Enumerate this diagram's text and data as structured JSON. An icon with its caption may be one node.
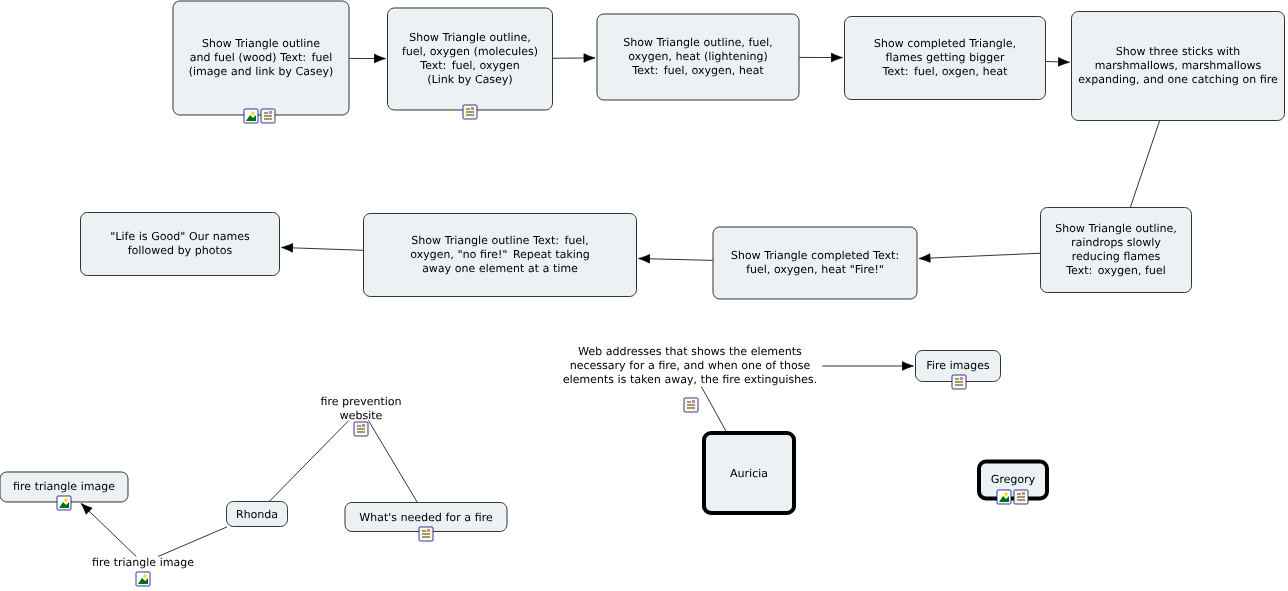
{
  "diagram": {
    "nodes": [
      {
        "text": [
          "Show Triangle outline and fuel (wood) Text: fuel (image and link by Casey)"
        ]
      },
      {
        "text": [
          "Show Triangle outline, fuel, oxygen (molecules) Text: fuel, oxygen (Link by Casey)"
        ]
      },
      {
        "text": [
          "Show Triangle outline, fuel, oxygen, heat (lightening) Text: fuel, oxygen, heat"
        ]
      },
      {
        "text": [
          "Show completed Triangle, flames getting bigger Text: fuel, oxgen, heat"
        ]
      },
      {
        "text": [
          "Show three sticks with marshmallows, marshmallows expanding, and one catching on fire"
        ]
      },
      {
        "text": [
          "Show Triangle outline, raindrops slowly reducing flames Text: oxygen, fuel"
        ]
      },
      {
        "text": [
          "Show Triangle completed Text: fuel, oxygen, heat \"Fire!\""
        ]
      },
      {
        "text": [
          "Show Triangle outline Text: fuel, oxygen, \"no fire!\" Repeat taking away one element at a time"
        ]
      },
      {
        "text": [
          "\"Life is Good\" Our names followed by photos"
        ]
      },
      {
        "text": [
          "Web addresses that shows the elements necessary for a fire, and when one of those elements is taken away, the fire extinguishes."
        ]
      },
      {
        "text": [
          "Fire images"
        ]
      },
      {
        "text": [
          "fire prevention website"
        ]
      },
      {
        "text": [
          "fire triangle image"
        ]
      },
      {
        "text": [
          "Rhonda"
        ]
      },
      {
        "text": [
          "What's needed for a fire"
        ]
      },
      {
        "text": [
          "fire triangle image"
        ]
      },
      {
        "text": [
          "Auricia"
        ]
      },
      {
        "text": [
          "Gregory"
        ]
      }
    ],
    "edges": [
      {
        "from": 0,
        "to": 1,
        "arrow": "to"
      },
      {
        "from": 1,
        "to": 2,
        "arrow": "to"
      },
      {
        "from": 2,
        "to": 3,
        "arrow": "to"
      },
      {
        "from": 3,
        "to": 4,
        "arrow": "to"
      },
      {
        "from": 4,
        "to": 5,
        "arrow": "none"
      },
      {
        "from": 5,
        "to": 6,
        "arrow": "to"
      },
      {
        "from": 6,
        "to": 7,
        "arrow": "to"
      },
      {
        "from": 7,
        "to": 8,
        "arrow": "to"
      },
      {
        "from": 9,
        "to": 10,
        "arrow": "to"
      },
      {
        "from": 9,
        "to": 16,
        "arrow": "none"
      },
      {
        "from": 11,
        "to": 13,
        "arrow": "none"
      },
      {
        "from": 11,
        "to": 14,
        "arrow": "none"
      },
      {
        "from": 13,
        "to": 15,
        "arrow": "none"
      },
      {
        "from": 15,
        "to": 12,
        "arrow": "to"
      }
    ]
  }
}
